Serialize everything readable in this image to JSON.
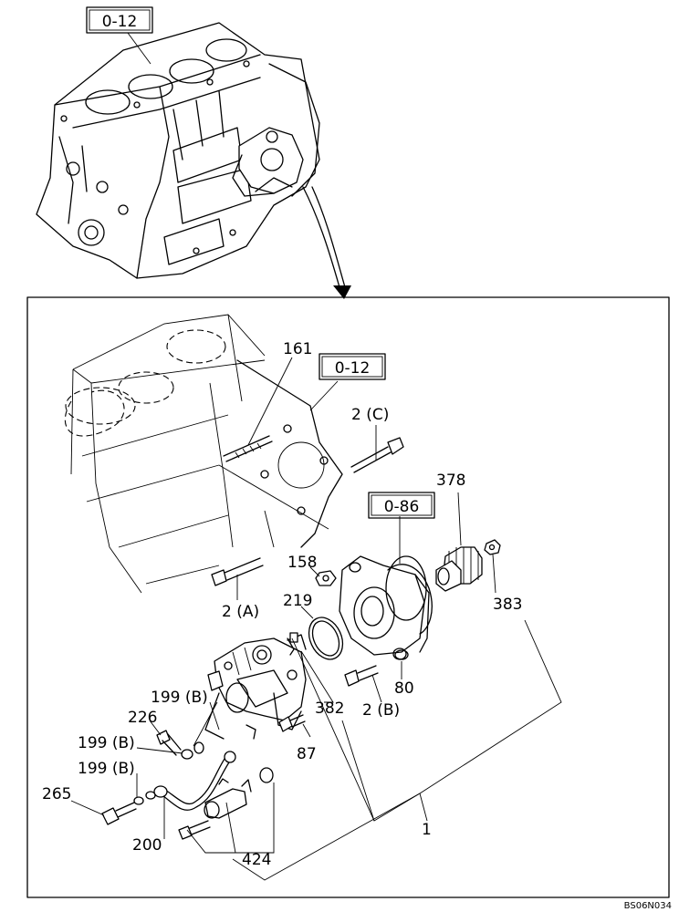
{
  "diagram": {
    "code": "BS06N034",
    "references": {
      "top": "0-12",
      "detail": "0-12",
      "gear": "0-86"
    },
    "parts": {
      "p161": "161",
      "p2c": "2 (C)",
      "p378": "378",
      "p158": "158",
      "p2a": "2 (A)",
      "p219": "219",
      "p383": "383",
      "p199b_1": "199 (B)",
      "p226": "226",
      "p199b_2": "199 (B)",
      "p199b_3": "199 (B)",
      "p265": "265",
      "p200": "200",
      "p424": "424",
      "p80": "80",
      "p382": "382",
      "p2b": "2 (B)",
      "p87": "87",
      "p1": "1"
    }
  }
}
